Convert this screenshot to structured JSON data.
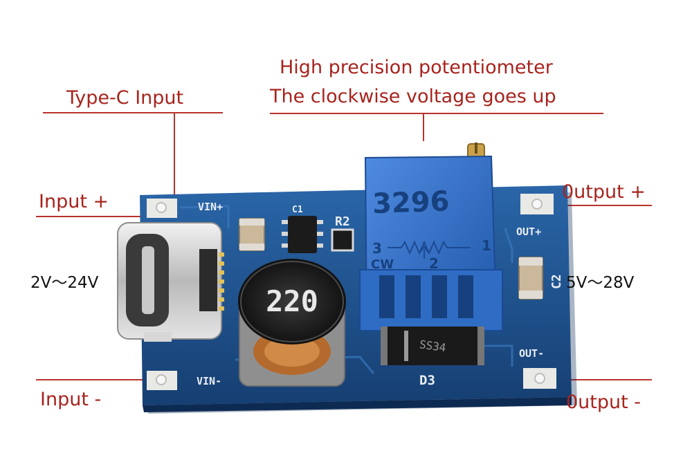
{
  "labels": {
    "type_c_input": "Type-C Input",
    "potentiometer_line1": "High precision potentiometer",
    "potentiometer_line2": "The clockwise voltage goes up",
    "input_plus": "Input +",
    "input_minus": "Input -",
    "output_plus": "0utput +",
    "output_minus": "0utput -",
    "input_range": "2V～24V",
    "output_range": "5V～28V"
  },
  "board": {
    "silkscreen": {
      "vin_plus": "VIN+",
      "vin_minus": "VIN-",
      "out_plus": "OUT+",
      "out_minus": "OUT-",
      "r2": "R2",
      "c2": "C2",
      "d3": "D3",
      "c1": "C1"
    },
    "inductor_marking": "220",
    "potentiometer_marking": "3296",
    "potentiometer_pin3": "3",
    "potentiometer_pin1": "1",
    "potentiometer_pin2": "2",
    "potentiometer_cw": "CW",
    "diode_marking": "SS34"
  },
  "colors": {
    "label_red": "#a8231d",
    "leader_line": "#b8322a",
    "pcb_blue": "#1d4f8c",
    "pot_blue": "#2f6cc4"
  }
}
